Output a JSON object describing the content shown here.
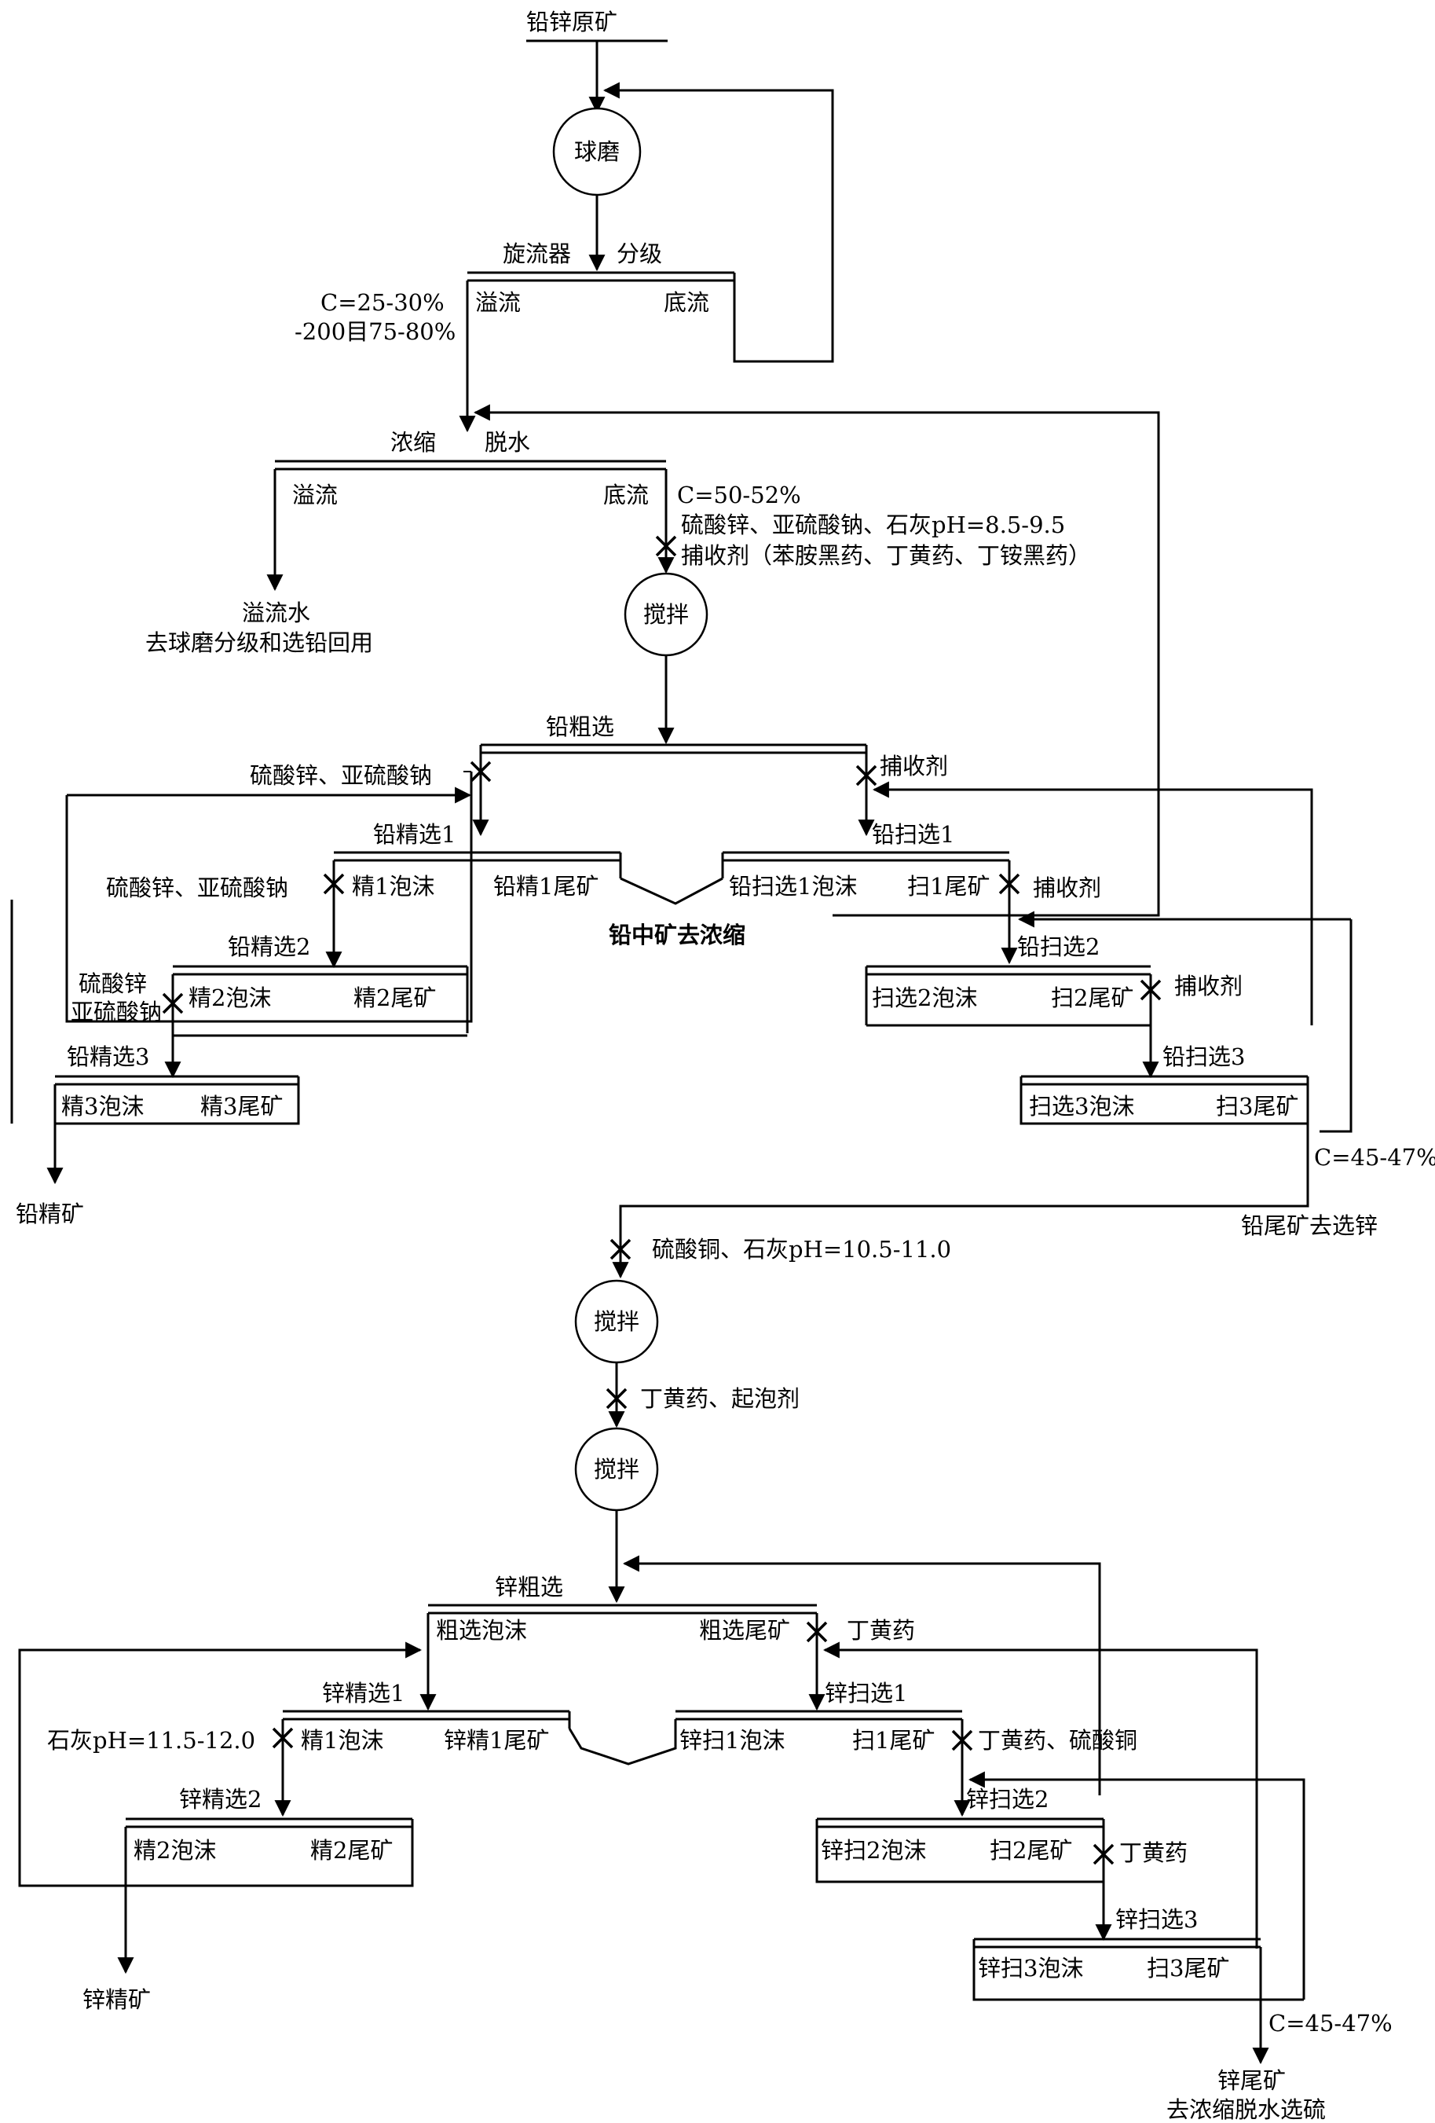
{
  "labels": {
    "raw_ore": "铅锌原矿",
    "ball_mill": "球磨",
    "cyclone": "旋流器",
    "classify": "分级",
    "overflow": "溢流",
    "underflow": "底流",
    "cond1_c": "C=25-30%",
    "cond1_mesh": "-200目75-80%",
    "thicken": "浓缩",
    "dewater": "脱水",
    "cond2_c": "C=50-52%",
    "reagent_pb1": "硫酸锌、亚硫酸钠、石灰pH=8.5-9.5",
    "reagent_pb2": "捕收剂（苯胺黑药、丁黄药、丁铵黑药）",
    "overflow_water": "溢流水",
    "overflow_water_dest": "去球磨分级和选铅回用",
    "stir": "搅拌",
    "pb_rough": "铅粗选",
    "zn_so3": "硫酸锌、亚硫酸钠",
    "collector": "捕收剂",
    "pb_clean1": "铅精选1",
    "pb_scav1": "铅扫选1",
    "clean1_froth": "精1泡沫",
    "pb_clean1_tail": "铅精1尾矿",
    "pb_scav1_froth": "铅扫选1泡沫",
    "scav1_tail": "扫1尾矿",
    "pb_middling": "铅中矿去浓缩",
    "pb_clean2": "铅精选2",
    "pb_scav2": "铅扫选2",
    "zn_sulfate": "硫酸锌",
    "na_sulfite": "亚硫酸钠",
    "clean2_froth": "精2泡沫",
    "clean2_tail": "精2尾矿",
    "scav2_froth": "扫选2泡沫",
    "scav2_tail": "扫2尾矿",
    "pb_clean3": "铅精选3",
    "pb_scav3": "铅扫选3",
    "clean3_froth": "精3泡沫",
    "clean3_tail": "精3尾矿",
    "scav3_froth": "扫选3泡沫",
    "scav3_tail": "扫3尾矿",
    "pb_conc": "铅精矿",
    "cond3_c": "C=45-47%",
    "pb_tail_to_zn": "铅尾矿去选锌",
    "reagent_zn1": "硫酸铜、石灰pH=10.5-11.0",
    "reagent_zn2": "丁黄药、起泡剂",
    "zn_rough": "锌粗选",
    "rough_froth": "粗选泡沫",
    "rough_tail": "粗选尾矿",
    "butyl_xanthate": "丁黄药",
    "zn_clean1": "锌精选1",
    "zn_scav1": "锌扫选1",
    "lime_ph": "石灰pH=11.5-12.0",
    "zn_clean1_tail": "锌精1尾矿",
    "zn_scav1_froth": "锌扫1泡沫",
    "xanthate_cu": "丁黄药、硫酸铜",
    "zn_clean2": "锌精选2",
    "zn_scav2": "锌扫选2",
    "zn_scav2_froth": "锌扫2泡沫",
    "zn_scav3": "锌扫选3",
    "zn_scav3_froth": "锌扫3泡沫",
    "scav3_tail_short": "扫3尾矿",
    "zn_conc": "锌精矿",
    "cond4_c": "C=45-47%",
    "zn_tail": "锌尾矿",
    "zn_tail_dest": "去浓缩脱水选硫"
  }
}
